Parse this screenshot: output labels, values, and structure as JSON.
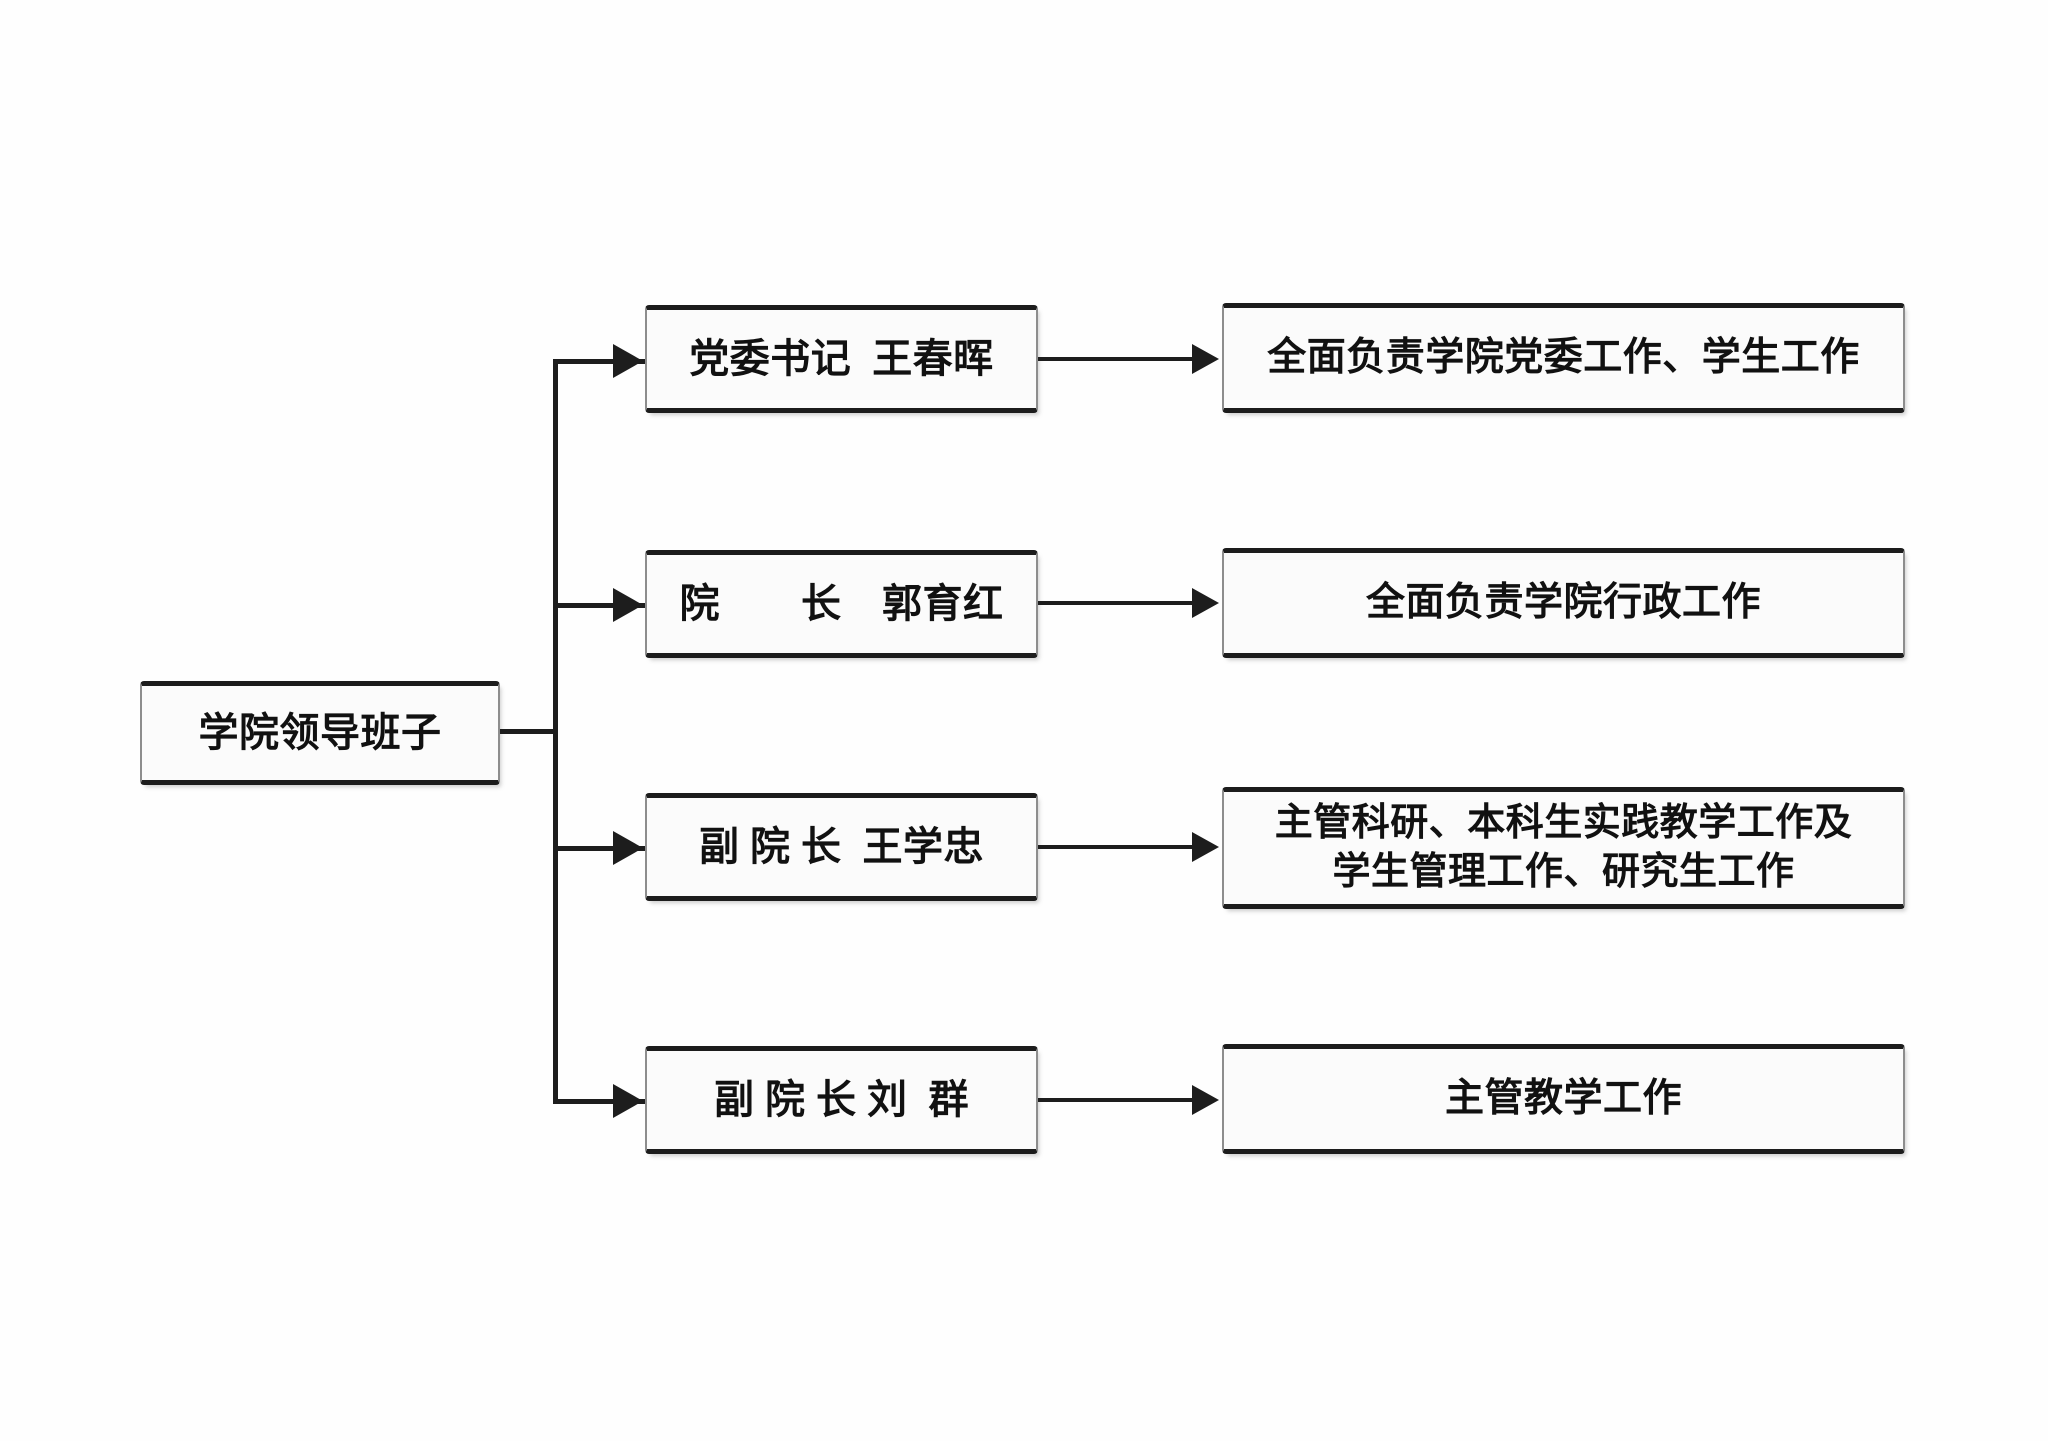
{
  "diagram": {
    "type": "organizational-chart",
    "root": {
      "label": "学院领导班子"
    },
    "rows": [
      {
        "role": "党委书记  王春晖",
        "duty_lines": [
          "全面负责学院党委工作、学生工作"
        ],
        "duty": "全面负责学院党委工作、学生工作"
      },
      {
        "role": "院　　长　郭育红",
        "duty_lines": [
          "全面负责学院行政工作"
        ],
        "duty": "全面负责学院行政工作"
      },
      {
        "role": "副 院 长  王学忠",
        "duty_lines": [
          "主管科研、本科生实践教学工作及",
          "学生管理工作、研究生工作"
        ],
        "duty": "主管科研、本科生实践教学工作及\n学生管理工作、研究生工作"
      },
      {
        "role": "副 院 长 刘  群",
        "duty_lines": [
          "主管教学工作"
        ],
        "duty": "主管教学工作"
      }
    ],
    "colors": {
      "line": "#1d1d1d",
      "box_border_strong": "#1c1c1c",
      "box_border_side": "#8d8d8d",
      "box_fill": "#fbfbfb",
      "background": "#fefefe",
      "text": "#111111"
    }
  }
}
